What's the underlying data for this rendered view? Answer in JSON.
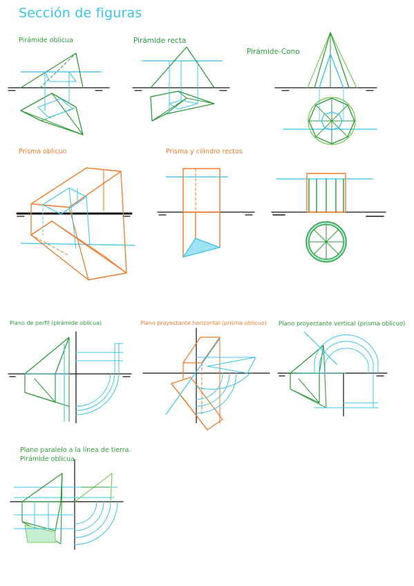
{
  "title": "Sección de figuras",
  "labels": {
    "piramide_oblicua": "Pirámide oblicua",
    "piramide_recta": "Pirámide recta",
    "piramide_cono": "Pirámide-Cono",
    "prisma_oblicuo": "Prisma oblicuo",
    "prisma_cilindro": "Prisma y cilindro rectos",
    "plano_perfil": "Plano de perfil (pirámide oblicua)",
    "plano_proy_horizontal": "Plano proyectante horizontal (prisma oblicuo)",
    "plano_proy_vertical": "Plano proyectante vertical (prisma oblicuo)",
    "plano_paralelo_1": "Plano paralelo a la línea de tierra.",
    "plano_paralelo_2": "Pirámide oblicua"
  },
  "colors": {
    "green": "#2e9a3a",
    "orange": "#f07a2a",
    "cyan": "#38c4e8",
    "black": "#111111"
  }
}
